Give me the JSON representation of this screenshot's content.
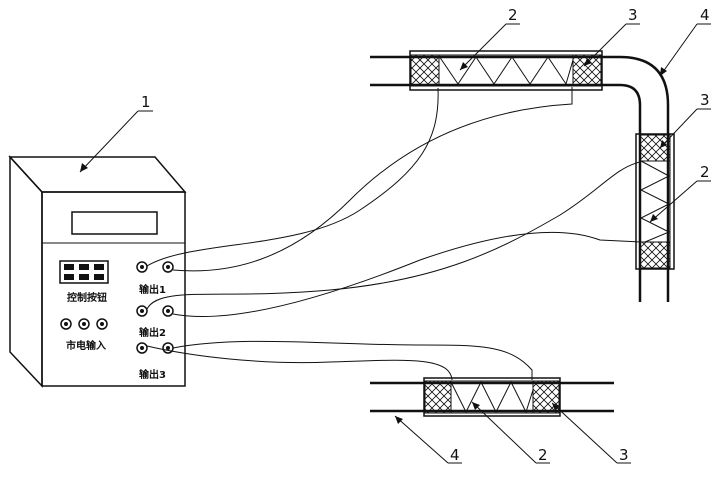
{
  "callouts": {
    "controller": "1",
    "heater_top": "2",
    "insulation_top": "3",
    "pipe_top": "4",
    "insulation_right": "3",
    "heater_right": "2",
    "pipe_bottom": "4",
    "heater_bottom": "2",
    "insulation_bottom": "3"
  },
  "controller_box": {
    "control_buttons_label": "控制按钮",
    "mains_input_label": "市电输入",
    "output_1_label": "输出1",
    "output_2_label": "输出2",
    "output_3_label": "输出3"
  }
}
